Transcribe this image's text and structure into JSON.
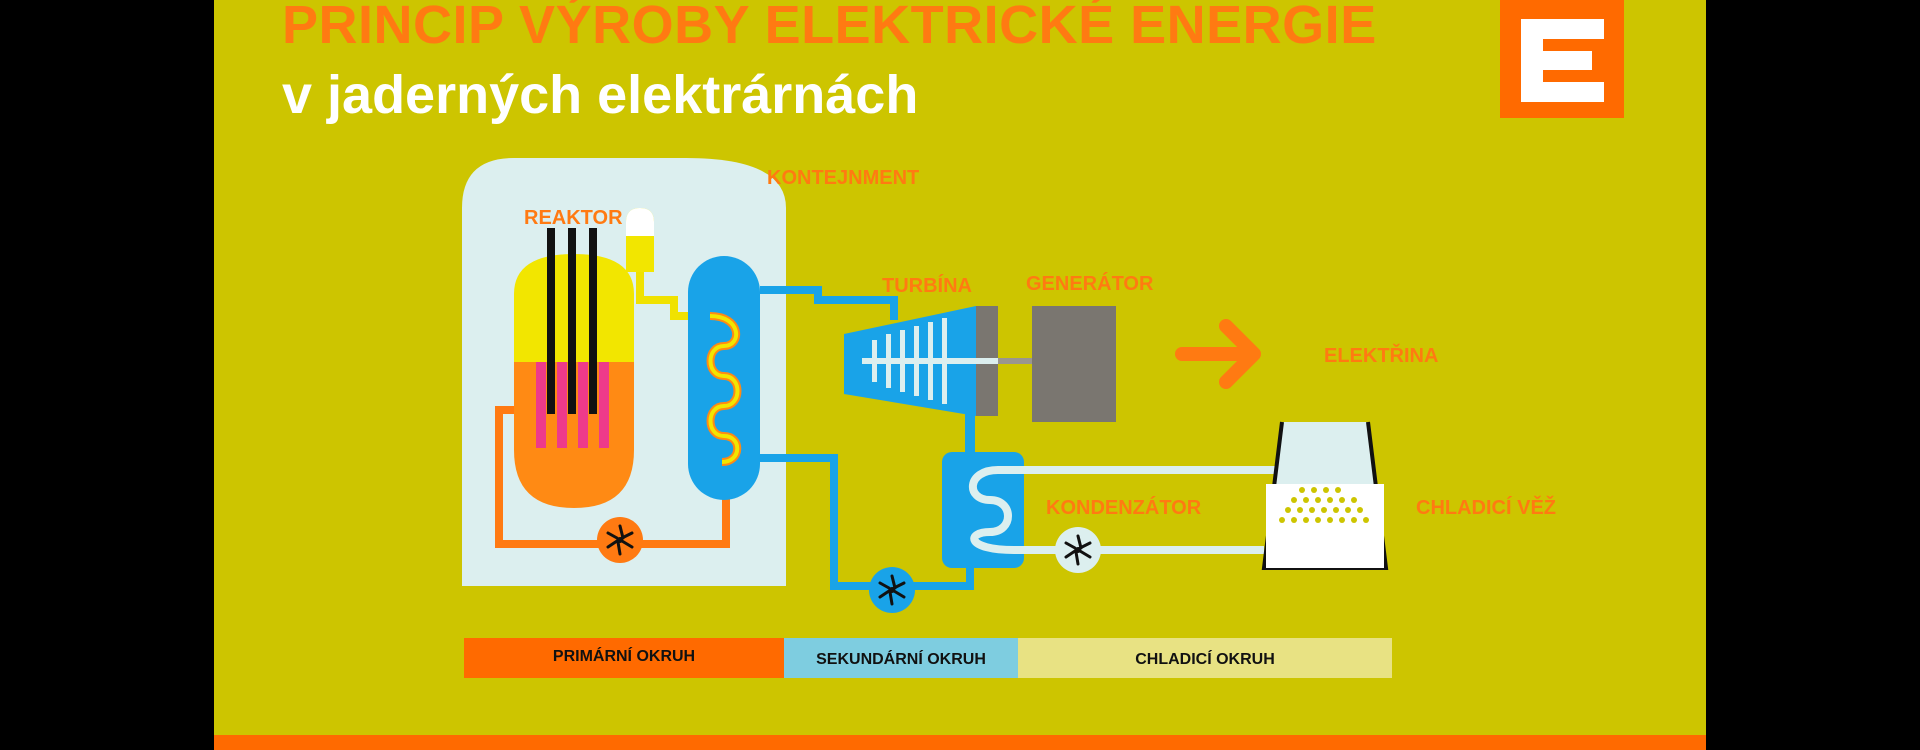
{
  "slide": {
    "title": "PRINCIP VÝROBY ELEKTRICKÉ ENERGIE",
    "subtitle": "v jaderných elektrárnách"
  },
  "logo": {
    "icon": "cez-logo-icon"
  },
  "labels": {
    "kontejnment": "KONTEJNMENT",
    "reaktor": "REAKTOR",
    "turbina": "TURBÍNA",
    "generator": "GENERÁTOR",
    "elektrina": "ELEKTŘINA",
    "kondenzator": "KONDENZÁTOR",
    "chladici_vez": "CHLADICÍ VĚŽ"
  },
  "legend": [
    {
      "label": "PRIMÁRNÍ OKRUH",
      "color": "#ff6a00"
    },
    {
      "label": "SEKUNDÁRNÍ OKRUH",
      "color": "#7ecde0"
    },
    {
      "label": "CHLADICÍ OKRUH",
      "color": "#e8e283"
    }
  ],
  "colors": {
    "background": "#cdc500",
    "primary": "#ff7a12",
    "secondary": "#19a3e8",
    "cooling": "#dcefef",
    "containment": "#dcefef",
    "generator": "#7a7670"
  }
}
